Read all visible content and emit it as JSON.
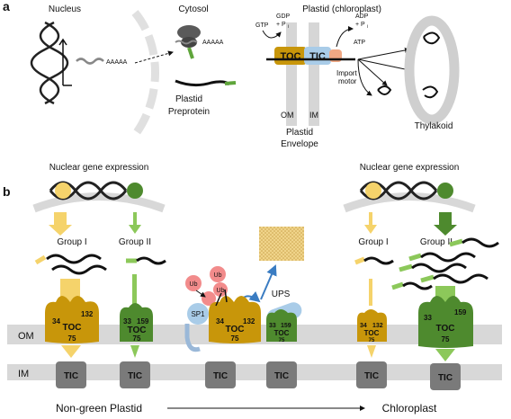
{
  "panel_a": {
    "label": "a",
    "nucleus": "Nucleus",
    "cytosol": "Cytosol",
    "plastid": "Plastid (chloroplast)",
    "polyA_1": "AAAAA",
    "polyA_2": "AAAAA",
    "preprotein_line1": "Plastid",
    "preprotein_line2": "Preprotein",
    "gtp": "GTP",
    "gdp_line1": "GDP",
    "gdp_line2": "+ P",
    "gdp_sub": "i",
    "adp_line1": "ADP",
    "adp_line2": "+ P",
    "adp_sub": "i",
    "atp": "ATP",
    "toc": "TOC",
    "tic": "TIC",
    "import_line1": "Import",
    "import_line2": "motor",
    "om": "OM",
    "im": "IM",
    "envelope_line1": "Plastid",
    "envelope_line2": "Envelope",
    "thylakoid": "Thylakoid"
  },
  "panel_b": {
    "label": "b",
    "left": {
      "title": "Nuclear gene expression",
      "group1": "Group I",
      "group2": "Group II",
      "toc_left_a": "34",
      "toc_left_b": "132",
      "toc_left_name": "TOC",
      "toc_left_c": "75",
      "toc_right_a": "33",
      "toc_right_b": "159",
      "toc_right_name": "TOC",
      "toc_right_c": "75",
      "tic1": "TIC",
      "tic2": "TIC"
    },
    "middle": {
      "ub1": "Ub",
      "ub2": "Ub",
      "ub3": "Ub",
      "ups": "UPS",
      "sp1": "SP1",
      "toc_a": "34",
      "toc_b": "132",
      "toc_name": "TOC",
      "toc_c": "75",
      "toc2_a": "33",
      "toc2_b": "159",
      "toc2_name": "TOC",
      "toc2_c": "75",
      "tic1": "TIC",
      "tic2": "TIC"
    },
    "right": {
      "title": "Nuclear gene expression",
      "group1": "Group I",
      "group2": "Group II",
      "toc_left_a": "34",
      "toc_left_b": "132",
      "toc_left_name": "TOC",
      "toc_left_c": "75",
      "toc_right_a": "33",
      "toc_right_b": "159",
      "toc_right_name": "TOC",
      "toc_right_c": "75",
      "tic1": "TIC",
      "tic2": "TIC"
    },
    "om": "OM",
    "im": "IM",
    "bottom_left": "Non-green Plastid",
    "bottom_right": "Chloroplast"
  },
  "colors": {
    "toc_gold": "#c8960a",
    "toc_green": "#4e8a2e",
    "arrow_yellow": "#f5d36b",
    "arrow_green": "#8cc85a",
    "tic_gray": "#7a7a7a",
    "membrane_gray": "#d2d2d2",
    "tic_blue": "#a9cce8",
    "ub_pink": "#f28b8b"
  }
}
